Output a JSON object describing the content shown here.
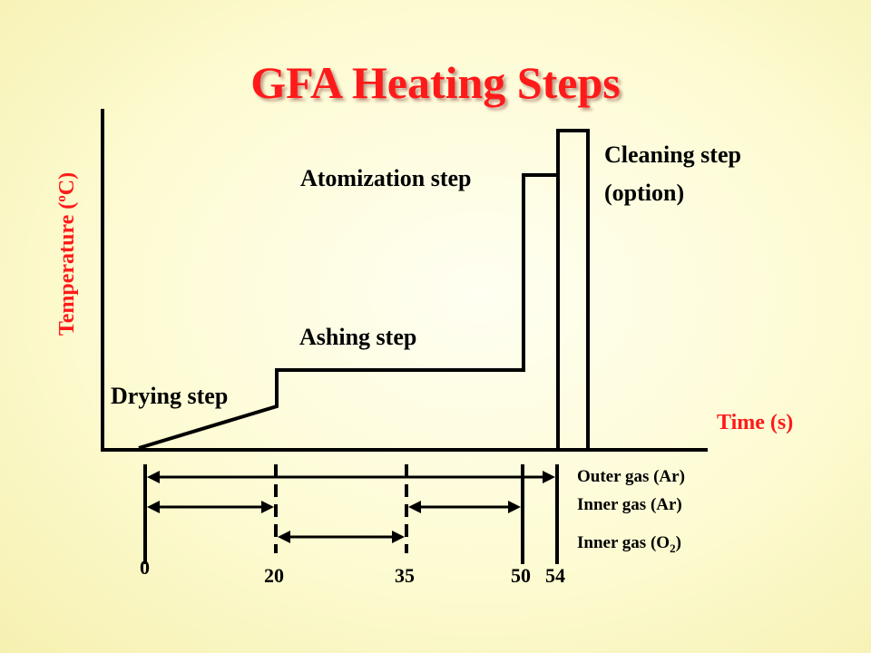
{
  "title": "GFA Heating Steps",
  "y_axis": {
    "label": "Temperature (",
    "degree": "o",
    "unit": "C)"
  },
  "x_axis": {
    "label": "Time (s)"
  },
  "steps": {
    "drying": "Drying step",
    "ashing": "Ashing step",
    "atomization": "Atomization step",
    "cleaning_line1": "Cleaning step",
    "cleaning_line2": "(option)"
  },
  "gas": {
    "outer": "Outer gas (Ar)",
    "inner_ar": "Inner gas (Ar)",
    "inner_o2_prefix": "Inner gas (O",
    "inner_o2_sub": "2",
    "inner_o2_suffix": ")"
  },
  "time_ticks": [
    "0",
    "20",
    "35",
    "50",
    "54"
  ],
  "colors": {
    "title": "#ff1a1a",
    "labels": "#ff1a1a",
    "lines": "#000000"
  }
}
